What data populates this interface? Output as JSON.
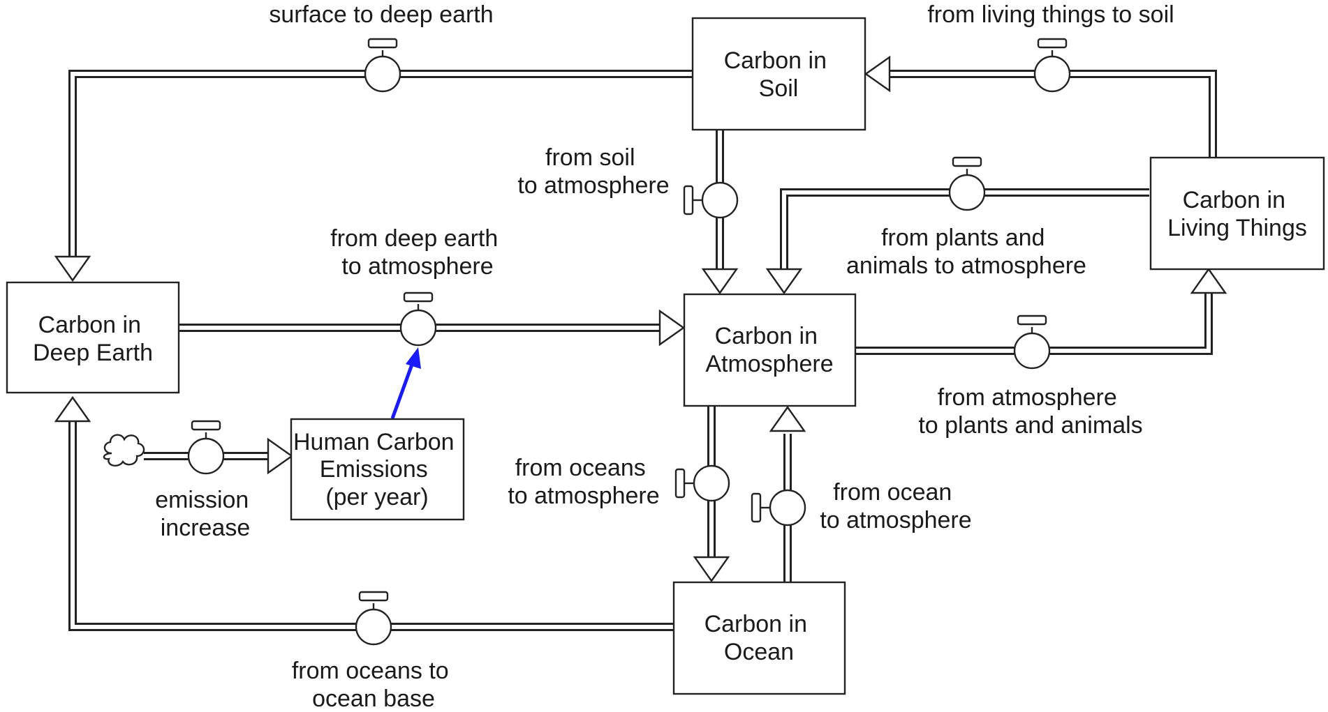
{
  "colors": {
    "line": "#222222",
    "connector": "#1a1aff",
    "background": "#ffffff"
  },
  "stocks": {
    "soil": [
      "Carbon in",
      "Soil"
    ],
    "deep_earth": [
      "Carbon in",
      "Deep Earth"
    ],
    "atmosphere": [
      "Carbon in",
      "Atmosphere"
    ],
    "living_things": [
      "Carbon in",
      "Living Things"
    ],
    "ocean": [
      "Carbon in",
      "Ocean"
    ],
    "human_emissions": [
      "Human Carbon",
      "Emissions",
      "(per year)"
    ]
  },
  "flows": {
    "surface_to_deep_earth": [
      "surface to deep earth"
    ],
    "living_to_soil": [
      "from living things to soil"
    ],
    "soil_to_atmosphere": [
      "from soil",
      "to atmosphere"
    ],
    "deep_earth_to_atmosphere": [
      "from deep earth",
      "to atmosphere"
    ],
    "plants_animals_to_atmosphere": [
      "from plants and",
      "animals to atmosphere"
    ],
    "atmosphere_to_plants_animals": [
      "from atmosphere",
      "to plants and animals"
    ],
    "emission_increase": [
      "emission",
      "increase"
    ],
    "oceans_to_atmosphere": [
      "from oceans",
      "to atmosphere"
    ],
    "ocean_to_atmosphere": [
      "from ocean",
      "to atmosphere"
    ],
    "oceans_to_ocean_base": [
      "from oceans to",
      "ocean base"
    ]
  },
  "icons": [
    "valve-icon",
    "cloud-icon",
    "arrowhead-icon",
    "influence-arrow-icon"
  ]
}
